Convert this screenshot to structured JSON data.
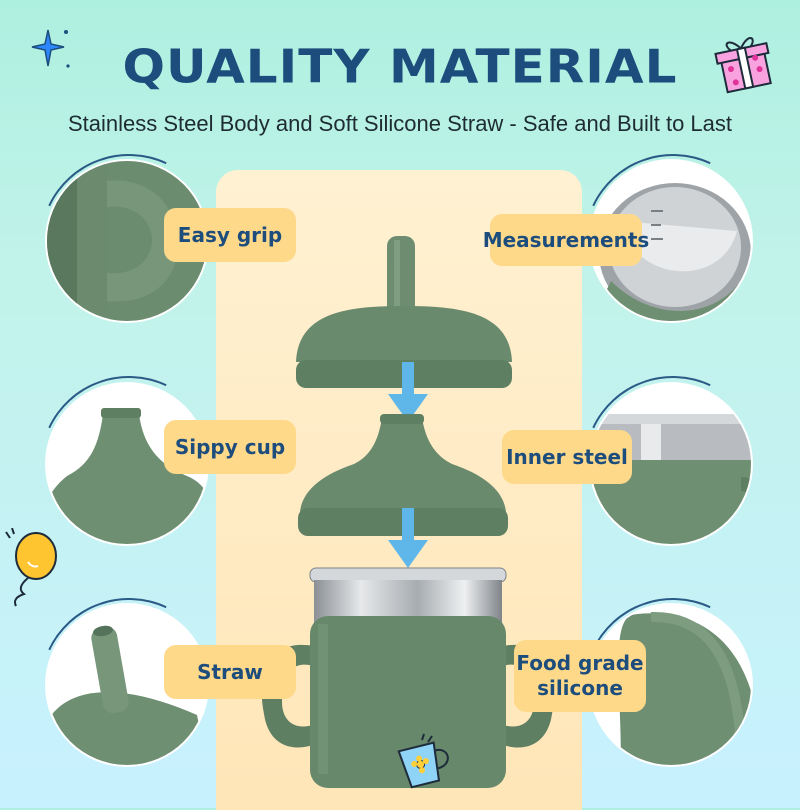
{
  "header": {
    "title": "QUALiTY MATERiAL",
    "subtitle": "Stainless Steel Body and Soft Silicone Straw - Safe and Built to Last"
  },
  "features": {
    "easy_grip": "Easy grip",
    "measurements": "Measurements",
    "sippy_cup": "Sippy cup",
    "inner_steel": "Inner steel",
    "straw": "Straw",
    "food_grade_line1": "Food grade",
    "food_grade_line2": "silicone"
  },
  "colors": {
    "silicone_green": "#66866a",
    "title_blue": "#1d4d7c",
    "label_yellow": "#ffd98a",
    "steel": "#c9cdd0"
  },
  "icons": [
    "sparkle-icon",
    "gift-icon",
    "balloon-icon",
    "cup-icon",
    "arrow-down-icon"
  ]
}
